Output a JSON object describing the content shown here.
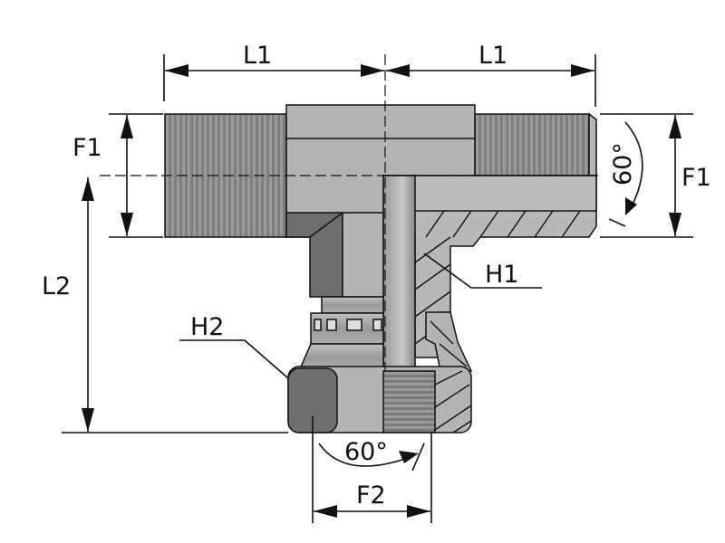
{
  "title": "Swivel branch tee fitting dimension drawing",
  "labels": {
    "l1_left": "L1",
    "l1_right": "L1",
    "f1_left": "F1",
    "f1_right": "F1",
    "l2": "L2",
    "h1": "H1",
    "h2": "H2",
    "f2": "F2",
    "angle_right": "60°",
    "angle_bottom": "60°"
  },
  "colors": {
    "body": "#b4b4b4",
    "dark": "#6e6e6e",
    "thread": "#8c8c8c",
    "line": "#111111"
  }
}
